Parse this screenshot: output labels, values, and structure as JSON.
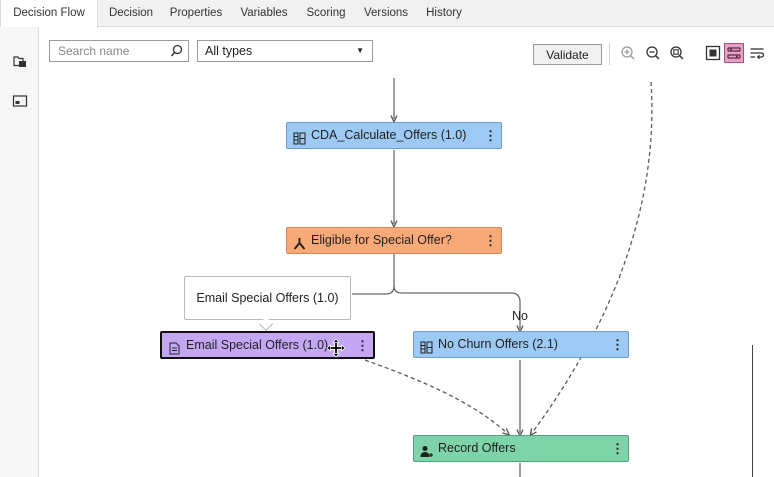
{
  "tabs": [
    {
      "label": "Decision Flow",
      "active": true
    },
    {
      "label": "Decision"
    },
    {
      "label": "Properties"
    },
    {
      "label": "Variables"
    },
    {
      "label": "Scoring"
    },
    {
      "label": "Versions"
    },
    {
      "label": "History"
    }
  ],
  "rail": {
    "icons": [
      "folders-icon",
      "panel-icon"
    ]
  },
  "toolbar": {
    "search_placeholder": "Search name",
    "type_filter": "All types",
    "validate_label": "Validate",
    "tools": [
      "zoom-in-icon",
      "zoom-out-icon",
      "zoom-fit-icon",
      "node-view-icon",
      "flow-view-icon",
      "wrap-icon"
    ],
    "selected_tool": "flow-view-icon"
  },
  "flow": {
    "nodes": {
      "cda": {
        "label": "CDA_Calculate_Offers (1.0)",
        "icon": "model-icon",
        "color": "#9dcaf4"
      },
      "eligible": {
        "label": "Eligible for Special Offer?",
        "icon": "branch-icon",
        "color": "#f7a978"
      },
      "email": {
        "label": "Email Special Offers (1.0)",
        "icon": "treatment-icon",
        "color": "#c3a7f3",
        "selected": true
      },
      "nochurn": {
        "label": "No Churn Offers (2.1)",
        "icon": "model-icon",
        "color": "#9dcaf4"
      },
      "record": {
        "label": "Record Offers",
        "icon": "record-icon",
        "color": "#7fd3a8"
      }
    },
    "tooltip": "Email Special Offers (1.0)",
    "branch_label": "No",
    "kebab": "⋮"
  }
}
